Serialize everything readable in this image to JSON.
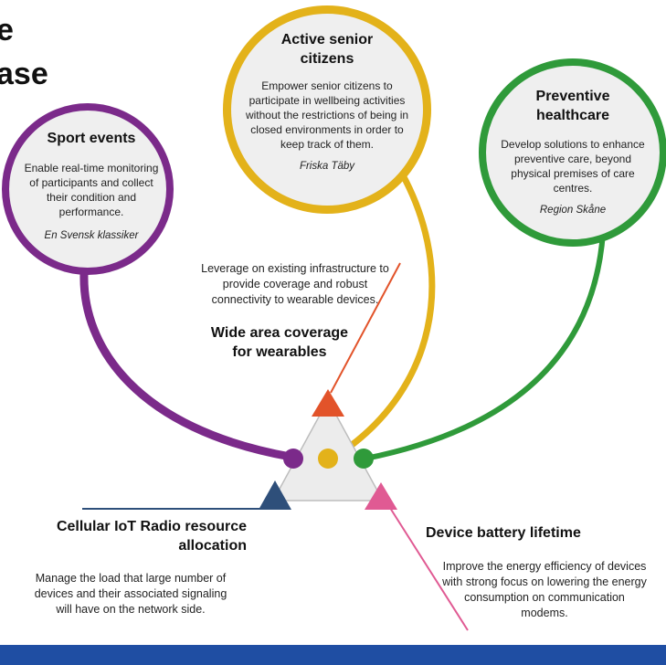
{
  "header": {
    "title_fragment_1": "e",
    "title_fragment_2": "ase"
  },
  "circles": {
    "sport": {
      "title": "Sport events",
      "body": "Enable real-time monitoring of participants and collect their condition and performance.",
      "source": "En Svensk klassiker",
      "color": "#7b2a8a"
    },
    "senior": {
      "title": "Active senior citizens",
      "body": "Empower senior citizens to participate in wellbeing activities without the restrictions of being in closed environments in order to keep track of them.",
      "source": "Friska Täby",
      "color": "#e3b21a"
    },
    "preventive": {
      "title": "Preventive healthcare",
      "body": "Develop solutions to enhance preventive care, beyond physical premises of care centres.",
      "source": "Region Skåne",
      "color": "#2f9a3a"
    }
  },
  "features": {
    "coverage": {
      "desc": "Leverage on existing infrastructure to provide coverage and robust connectivity to wearable devices.",
      "title": "Wide area coverage for wearables",
      "color": "#e2532a"
    },
    "radio": {
      "title": "Cellular IoT Radio resource allocation",
      "desc": "Manage the load that large number of devices and their associated signaling will have on the network side.",
      "color": "#2e4f7a"
    },
    "battery": {
      "title": "Device battery lifetime",
      "desc": "Improve the energy efficiency of devices with strong focus on lowering the energy consumption on communication modems.",
      "color": "#e05a93"
    }
  },
  "footer_color": "#1f4ea3"
}
